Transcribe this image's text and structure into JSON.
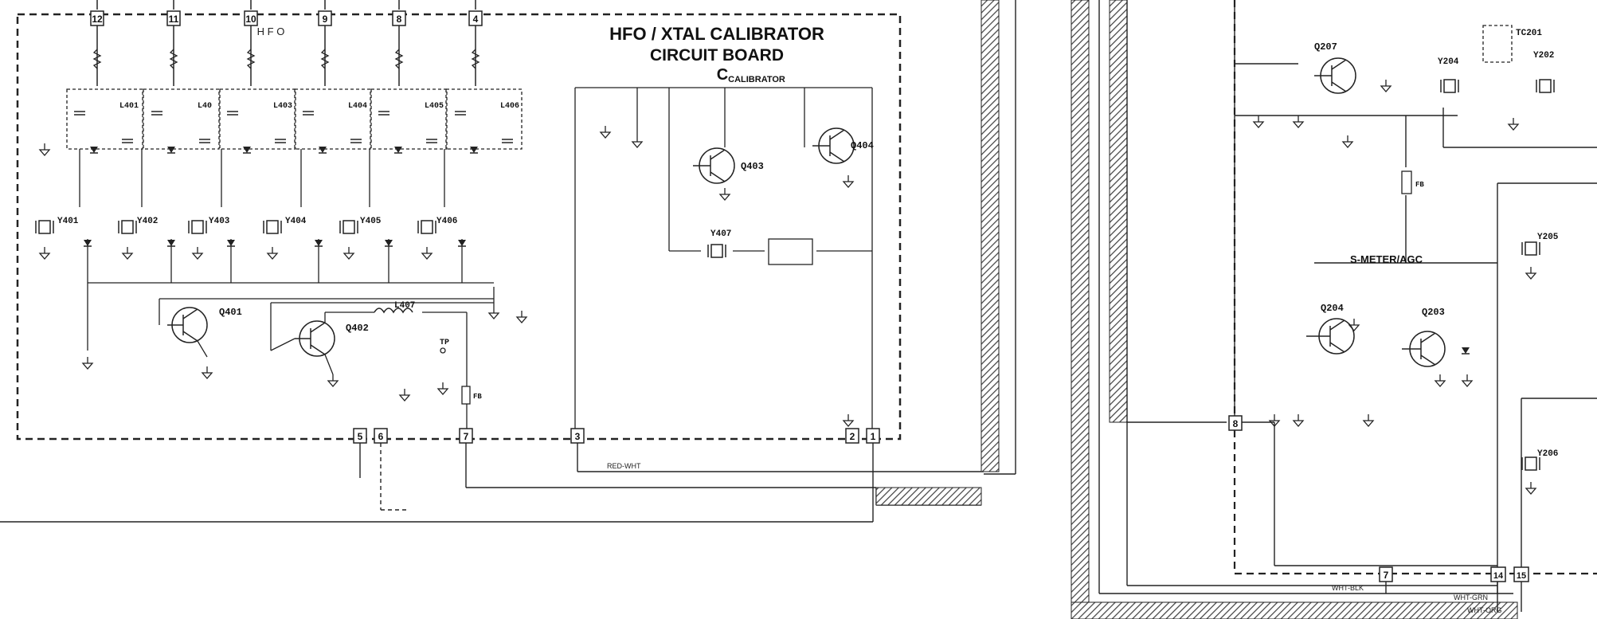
{
  "board": {
    "title_line1": "HFO / XTAL CALIBRATOR",
    "title_line2": "CIRCUIT BOARD",
    "board_letter": "C",
    "calibrator_label": "CALIBRATOR",
    "hfo_label": "H F O"
  },
  "top_terminals": [
    "12",
    "11",
    "10",
    "9",
    "8",
    "4"
  ],
  "bottom_terminals": [
    "5",
    "6",
    "7",
    "3",
    "2",
    "1"
  ],
  "right_terminals": [
    "8",
    "7",
    "14",
    "15"
  ],
  "transistors": {
    "q401": "Q401",
    "q402": "Q402",
    "q403": "Q403",
    "q404": "Q404",
    "q204": "Q204",
    "q203": "Q203",
    "q207": "Q207"
  },
  "crystals": {
    "y401": "Y401",
    "y402": "Y402",
    "y403": "Y403",
    "y404": "Y404",
    "y405": "Y405",
    "y406": "Y406",
    "y407": "Y407",
    "y204": "Y204",
    "y202": "Y202",
    "y205": "Y205",
    "y206": "Y206"
  },
  "coils": {
    "l401": "L401",
    "l402": "L40",
    "l403": "L403",
    "l404": "L404",
    "l405": "L405",
    "l406": "L406",
    "l407": "L407"
  },
  "labels": {
    "smeter_agc": "S-METER/AGC",
    "tc201": "TC201",
    "fb_left": "FB",
    "fb_right": "FB",
    "tp": "TP",
    "red_wht": "RED-WHT",
    "wht_blk": "WHT-BLK",
    "wht_grn": "WHT-GRN",
    "wht_org": "WHT-ORG"
  }
}
